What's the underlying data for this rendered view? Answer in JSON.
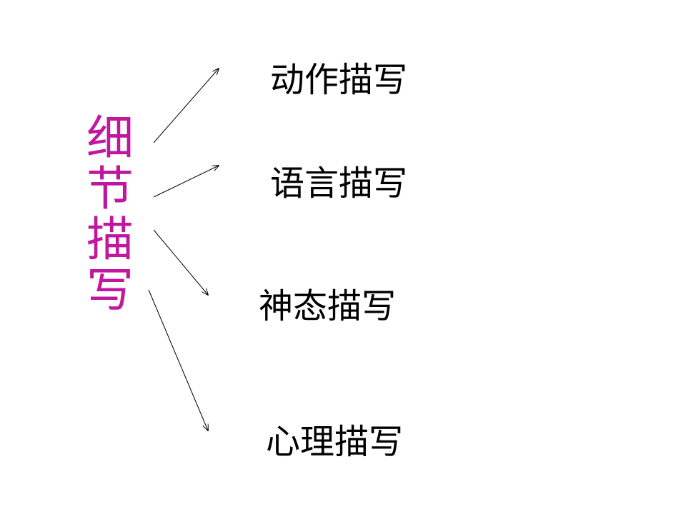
{
  "root": {
    "chars": [
      "细",
      "节",
      "描",
      "写"
    ],
    "color": "#c0179f"
  },
  "branches": [
    {
      "label": "动作描写"
    },
    {
      "label": "语言描写"
    },
    {
      "label": "神态描写"
    },
    {
      "label": "心理描写"
    }
  ],
  "text_color": "#000000",
  "background": "#ffffff"
}
